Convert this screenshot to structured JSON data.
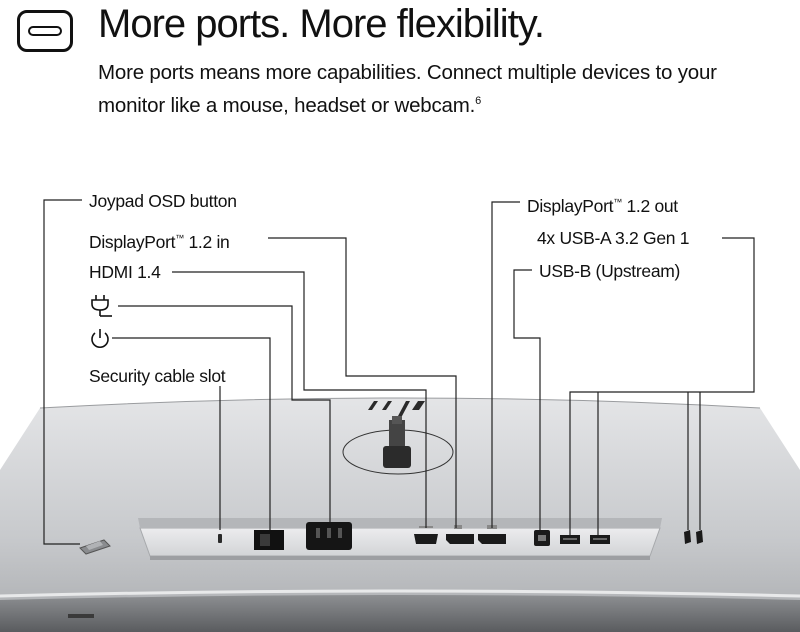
{
  "header": {
    "title": "More ports. More flexibility.",
    "subtitle": "More ports means more capabilities. Connect multiple devices to your monitor like a mouse, headset or webcam.",
    "footnote": "6",
    "icon": "usb-c-port-icon"
  },
  "callouts_left": {
    "joypad": "Joypad OSD button",
    "dp_in_main": "DisplayPort",
    "dp_in_tm": "™",
    "dp_in_rest": " 1.2 in",
    "hdmi": "HDMI 1.4",
    "power_icon": "power-plug-icon",
    "power_button_icon": "power-button-icon",
    "security": "Security cable slot"
  },
  "callouts_right": {
    "dp_out_main": "DisplayPort",
    "dp_out_tm": "™",
    "dp_out_rest": " 1.2 out",
    "usb_a": "4x USB-A 3.2 Gen 1",
    "usb_b": "USB-B (Upstream)"
  },
  "colors": {
    "text": "#111111",
    "leader": "#222222",
    "monitor_body": "#c9cbcd",
    "port_panel": "#dcdddf",
    "port": "#1a1a1a"
  }
}
